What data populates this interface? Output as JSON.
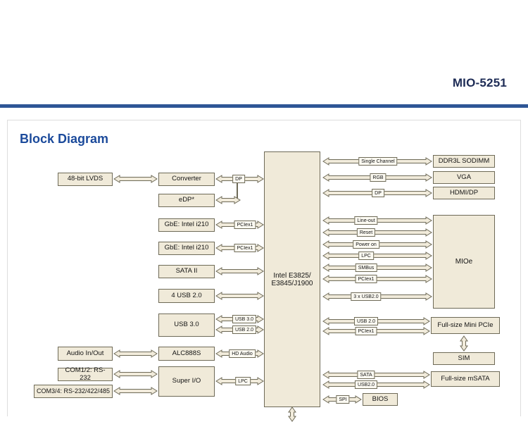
{
  "header": {
    "model": "MIO-5251"
  },
  "section": {
    "title": "Block Diagram"
  },
  "colors": {
    "header_rule": "#2E5696",
    "section_title": "#1B4A9B",
    "block_fill": "#F0EAD9",
    "block_border": "#6E6A57",
    "arrow_fill": "#F1EBDB"
  },
  "cpu": {
    "line1": "Intel E3825/",
    "line2": "E3845/J1900"
  },
  "blocks": {
    "lvds": "48-bit LVDS",
    "converter": "Converter",
    "edp": "eDP*",
    "gbe1": "GbE: Intel i210",
    "gbe2": "GbE: Intel i210",
    "sata2": "SATA II",
    "usb2x4": "4 USB 2.0",
    "usb3": "USB 3.0",
    "audio_io": "Audio In/Out",
    "alc": "ALC888S",
    "com12": "COM1/2: RS-232",
    "com34": "COM3/4: RS-232/422/485",
    "superio": "Super I/O",
    "ddr": "DDR3L SODIMM",
    "vga": "VGA",
    "hdmi": "HDMI/DP",
    "mioe": "MIOe",
    "minipcie": "Full-size Mini PCIe",
    "sim": "SIM",
    "msata": "Full-size mSATA",
    "bios": "BIOS"
  },
  "bus": {
    "dp_left": "DP",
    "pciex1_gbe1": "PCIex1",
    "pciex1_gbe2": "PCIex1",
    "usb30": "USB 3.0",
    "usb20_left": "USB 2.0",
    "hdaudio": "HD Audio",
    "lpc_left": "LPC",
    "single_channel": "Single Channel",
    "rgb": "RGB",
    "dp_right": "DP",
    "lineout": "Line-out",
    "reset": "Reset",
    "poweron": "Power on",
    "lpc_right": "LPC",
    "smbus": "SMBus",
    "pciex1_mioe": "PCIex1",
    "usb3x": "3 x USB2.0",
    "usb20_mpcie": "USB 2.0",
    "pciex1_mpcie": "PCIex1",
    "sata_msata": "SATA",
    "usb20_msata": "USB2.0",
    "spi": "SPI"
  }
}
